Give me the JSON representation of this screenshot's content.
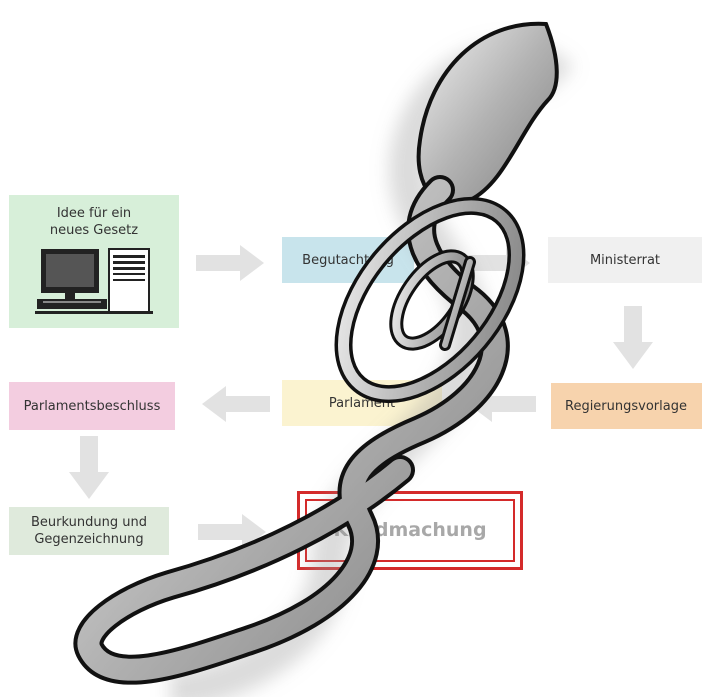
{
  "diagram": {
    "nodes": {
      "idee": {
        "label": "Idee für ein\nneues Gesetz",
        "color": "#d7efd9"
      },
      "begutachtung": {
        "label": "Begutachtung",
        "color": "#c8e4ec"
      },
      "ministerrat": {
        "label": "Ministerrat",
        "color": "#f0f0f0"
      },
      "regierungsvorlage": {
        "label": "Regierungsvorlage",
        "color": "#f7d3ad"
      },
      "parlament": {
        "label": "Parlament",
        "color": "#fbf3d0"
      },
      "parlamentsbeschluss": {
        "label": "Parlamentsbeschluss",
        "color": "#f3cde0"
      },
      "beurkundung": {
        "label": "Beurkundung und\nGegenzeichnung",
        "color": "#dfeadc"
      },
      "kundmachung": {
        "label": "Kundmachung",
        "color": "#ffffff",
        "border": "#d42a2a"
      }
    },
    "arrow_color": "#e2e2e2",
    "logo": {
      "glyph": "§ @",
      "color": "#b9b9b9"
    }
  }
}
